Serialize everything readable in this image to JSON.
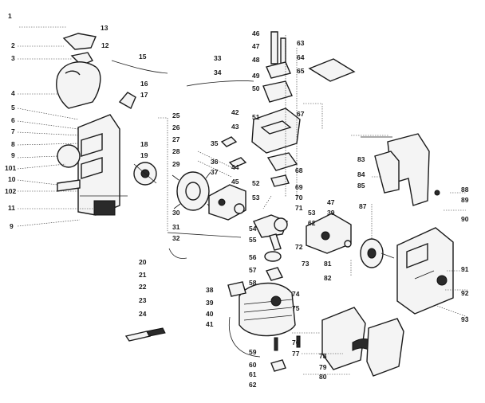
{
  "labels": [
    {
      "id": "l1",
      "text": "1"
    },
    {
      "id": "l13",
      "text": "13"
    },
    {
      "id": "l2",
      "text": "2"
    },
    {
      "id": "l12",
      "text": "12"
    },
    {
      "id": "l3",
      "text": "3"
    },
    {
      "id": "l15",
      "text": "15"
    },
    {
      "id": "l33",
      "text": "33"
    },
    {
      "id": "l34",
      "text": "34"
    },
    {
      "id": "l16",
      "text": "16"
    },
    {
      "id": "l4",
      "text": "4"
    },
    {
      "id": "l17",
      "text": "17"
    },
    {
      "id": "l5",
      "text": "5"
    },
    {
      "id": "l6",
      "text": "6"
    },
    {
      "id": "l7",
      "text": "7"
    },
    {
      "id": "l8",
      "text": "8"
    },
    {
      "id": "l9a",
      "text": "9"
    },
    {
      "id": "l101",
      "text": "101"
    },
    {
      "id": "l10",
      "text": "10"
    },
    {
      "id": "l102",
      "text": "102"
    },
    {
      "id": "l11",
      "text": "11"
    },
    {
      "id": "l9b",
      "text": "9"
    },
    {
      "id": "l18",
      "text": "18"
    },
    {
      "id": "l19",
      "text": "19"
    },
    {
      "id": "l25",
      "text": "25"
    },
    {
      "id": "l26",
      "text": "26"
    },
    {
      "id": "l27",
      "text": "27"
    },
    {
      "id": "l28",
      "text": "28"
    },
    {
      "id": "l29",
      "text": "29"
    },
    {
      "id": "l30",
      "text": "30"
    },
    {
      "id": "l31",
      "text": "31"
    },
    {
      "id": "l32",
      "text": "32"
    },
    {
      "id": "l20",
      "text": "20"
    },
    {
      "id": "l21",
      "text": "21"
    },
    {
      "id": "l22",
      "text": "22"
    },
    {
      "id": "l23",
      "text": "23"
    },
    {
      "id": "l24",
      "text": "24"
    },
    {
      "id": "l35",
      "text": "35"
    },
    {
      "id": "l36",
      "text": "36"
    },
    {
      "id": "l37",
      "text": "37"
    },
    {
      "id": "l44",
      "text": "44"
    },
    {
      "id": "l45",
      "text": "45"
    },
    {
      "id": "l42",
      "text": "42"
    },
    {
      "id": "l43",
      "text": "43"
    },
    {
      "id": "l46",
      "text": "46"
    },
    {
      "id": "l47a",
      "text": "47"
    },
    {
      "id": "l48",
      "text": "48"
    },
    {
      "id": "l49",
      "text": "49"
    },
    {
      "id": "l50",
      "text": "50"
    },
    {
      "id": "l51",
      "text": "51"
    },
    {
      "id": "l52",
      "text": "52"
    },
    {
      "id": "l53a",
      "text": "53"
    },
    {
      "id": "l63",
      "text": "63"
    },
    {
      "id": "l64",
      "text": "64"
    },
    {
      "id": "l65",
      "text": "65"
    },
    {
      "id": "l67",
      "text": "67"
    },
    {
      "id": "l68",
      "text": "68"
    },
    {
      "id": "l69",
      "text": "69"
    },
    {
      "id": "l70",
      "text": "70"
    },
    {
      "id": "l71",
      "text": "71"
    },
    {
      "id": "l54",
      "text": "54"
    },
    {
      "id": "l55",
      "text": "55"
    },
    {
      "id": "l72",
      "text": "72"
    },
    {
      "id": "l53b",
      "text": "53"
    },
    {
      "id": "l62",
      "text": "62"
    },
    {
      "id": "l47b",
      "text": "47"
    },
    {
      "id": "l39a",
      "text": "39"
    },
    {
      "id": "l87",
      "text": "87"
    },
    {
      "id": "l81",
      "text": "81"
    },
    {
      "id": "l82",
      "text": "82"
    },
    {
      "id": "l56",
      "text": "56"
    },
    {
      "id": "l57",
      "text": "57"
    },
    {
      "id": "l73",
      "text": "73"
    },
    {
      "id": "l58",
      "text": "58"
    },
    {
      "id": "l74",
      "text": "74"
    },
    {
      "id": "l75",
      "text": "75"
    },
    {
      "id": "l38",
      "text": "38"
    },
    {
      "id": "l39b",
      "text": "39"
    },
    {
      "id": "l40",
      "text": "40"
    },
    {
      "id": "l41",
      "text": "41"
    },
    {
      "id": "l59",
      "text": "59"
    },
    {
      "id": "l60",
      "text": "60"
    },
    {
      "id": "l61",
      "text": "61"
    },
    {
      "id": "l62b",
      "text": "62"
    },
    {
      "id": "l76",
      "text": "76"
    },
    {
      "id": "l77",
      "text": "77"
    },
    {
      "id": "l78",
      "text": "78"
    },
    {
      "id": "l79",
      "text": "79"
    },
    {
      "id": "l80",
      "text": "80"
    },
    {
      "id": "l83",
      "text": "83"
    },
    {
      "id": "l84",
      "text": "84"
    },
    {
      "id": "l85",
      "text": "85"
    },
    {
      "id": "l88",
      "text": "88"
    },
    {
      "id": "l89",
      "text": "89"
    },
    {
      "id": "l90",
      "text": "90"
    },
    {
      "id": "l91",
      "text": "91"
    },
    {
      "id": "l92",
      "text": "92"
    },
    {
      "id": "l93",
      "text": "93"
    }
  ]
}
